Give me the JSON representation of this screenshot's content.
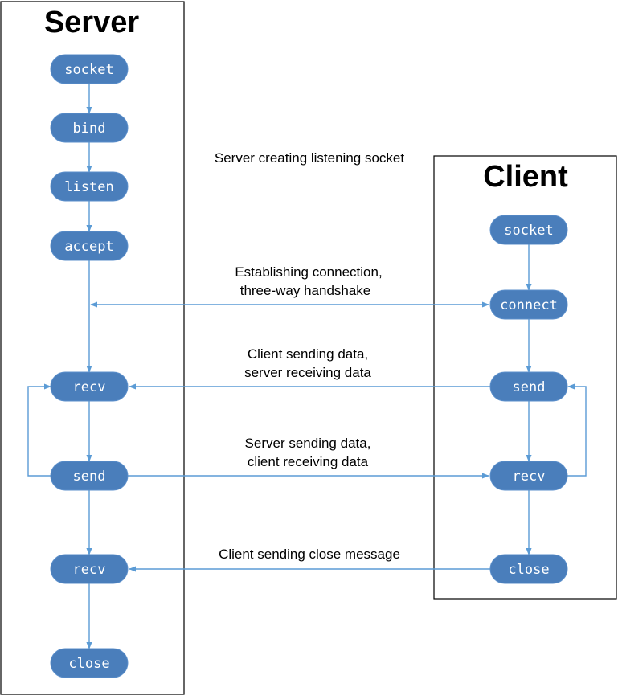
{
  "server": {
    "title": "Server",
    "nodes": [
      "socket",
      "bind",
      "listen",
      "accept",
      "recv",
      "send",
      "recv",
      "close"
    ]
  },
  "client": {
    "title": "Client",
    "nodes": [
      "socket",
      "connect",
      "send",
      "recv",
      "close"
    ]
  },
  "captions": {
    "listening": "Server creating listening socket",
    "handshake": [
      "Establishing connection,",
      "three-way handshake"
    ],
    "client_send": [
      "Client sending data,",
      "server receiving data"
    ],
    "server_send": [
      "Server sending data,",
      "client receiving data"
    ],
    "close": "Client sending close message"
  },
  "colors": {
    "node_fill": "#4a7ebb",
    "edge": "#5b9bd5",
    "frame": "#000000"
  }
}
